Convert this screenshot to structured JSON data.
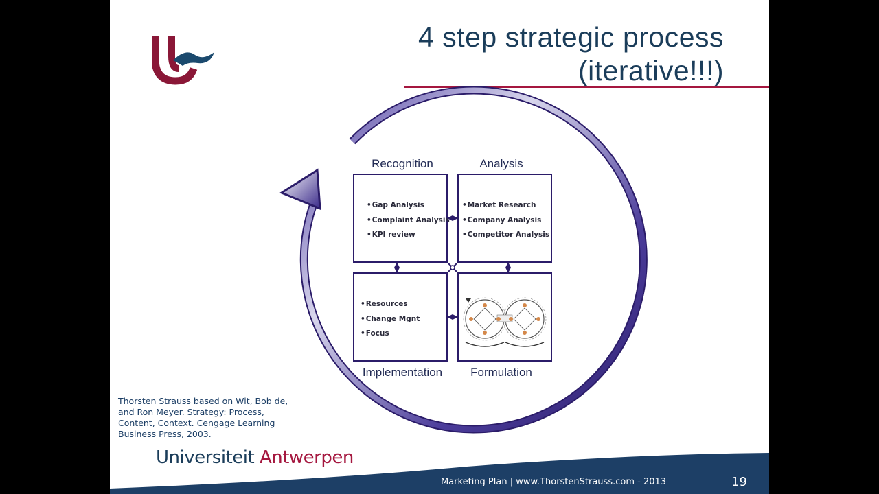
{
  "slide": {
    "title_line1": "4 step strategic process",
    "title_line2": "(iterative!!!)",
    "colors": {
      "accent_red": "#a5173f",
      "navy": "#1b3d5a",
      "arrow_purple": "#3a2a8a"
    }
  },
  "diagram": {
    "quadrants": [
      {
        "label": "Recognition",
        "items": [
          "Gap Analysis",
          "Complaint Analysis",
          "KPI review"
        ]
      },
      {
        "label": "Analysis",
        "items": [
          "Market Research",
          "Company Analysis",
          "Competitor Analysis"
        ]
      },
      {
        "label": "Implementation",
        "items": [
          "Resources",
          "Change Mgnt",
          "Focus"
        ]
      },
      {
        "label": "Formulation",
        "items": []
      }
    ],
    "cycle_icon": "circular-arrow-icon"
  },
  "citation": {
    "part1": "Thorsten Strauss based on Wit, Bob de, and Ron Meyer. ",
    "part2": "Strategy: Process, Content, Context. ",
    "part3": "Cengage Learning Business Press, 2003",
    "part4": "."
  },
  "brand": {
    "uni_part1": "Universiteit ",
    "uni_part2": "Antwerpen"
  },
  "footer": {
    "text": "Marketing Plan  |  www.ThorstenStrauss.com - 2013",
    "page_number": "19"
  }
}
